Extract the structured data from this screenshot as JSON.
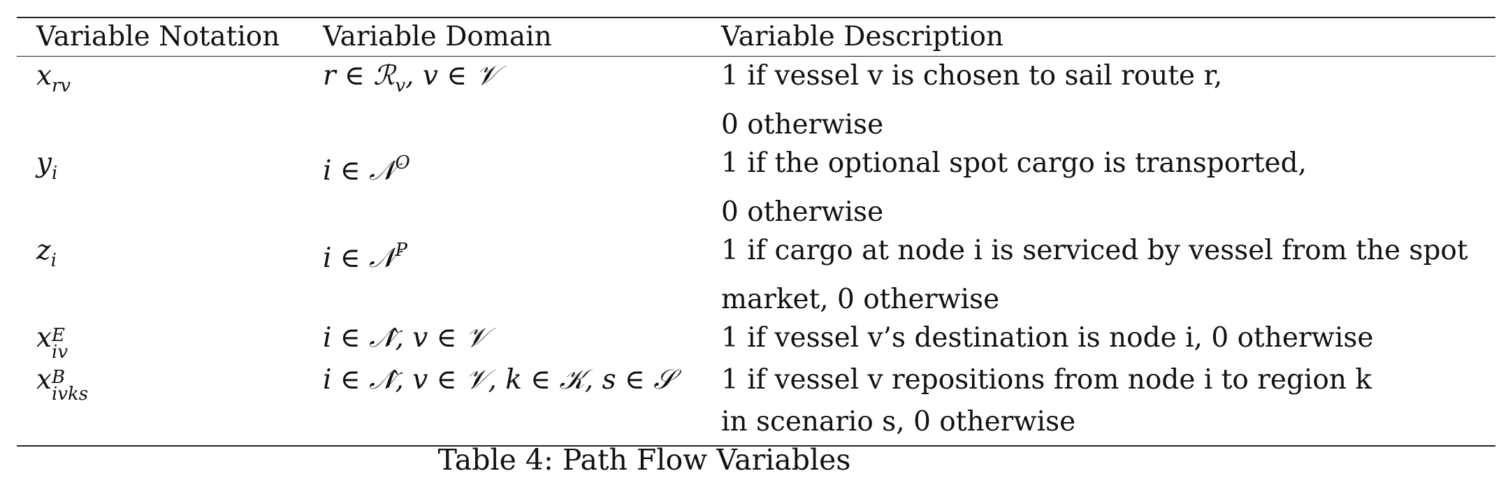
{
  "table": {
    "headers": [
      "Variable Notation",
      "Variable Domain",
      "Variable Description"
    ],
    "rows": [
      {
        "notation": "x_rv",
        "domain": "r ∈ ℛ_v, v ∈ 𝒱",
        "description": [
          "1 if vessel v is chosen to sail route r,",
          "0 otherwise"
        ]
      },
      {
        "notation": "y_i",
        "domain": "i ∈ 𝒩^O",
        "description": [
          "1 if the optional spot cargo is transported,",
          "0 otherwise"
        ]
      },
      {
        "notation": "z_i",
        "domain": "i ∈ 𝒩^P",
        "description": [
          "1 if cargo at node i is serviced by vessel from the spot",
          "market, 0 otherwise"
        ]
      },
      {
        "notation": "x^E_iv",
        "domain": "i ∈ 𝒩̂, v ∈ 𝒱",
        "description": [
          "1 if vessel v’s destination is node i, 0 otherwise"
        ]
      },
      {
        "notation": "x^B_ivks",
        "domain": "i ∈ 𝒩̂, v ∈ 𝒱, k ∈ 𝒦, s ∈ 𝒮",
        "description": [
          "1 if vessel v repositions from node i to region k",
          "in scenario s, 0 otherwise"
        ]
      }
    ]
  },
  "caption": "Table 4: Path Flow Variables"
}
